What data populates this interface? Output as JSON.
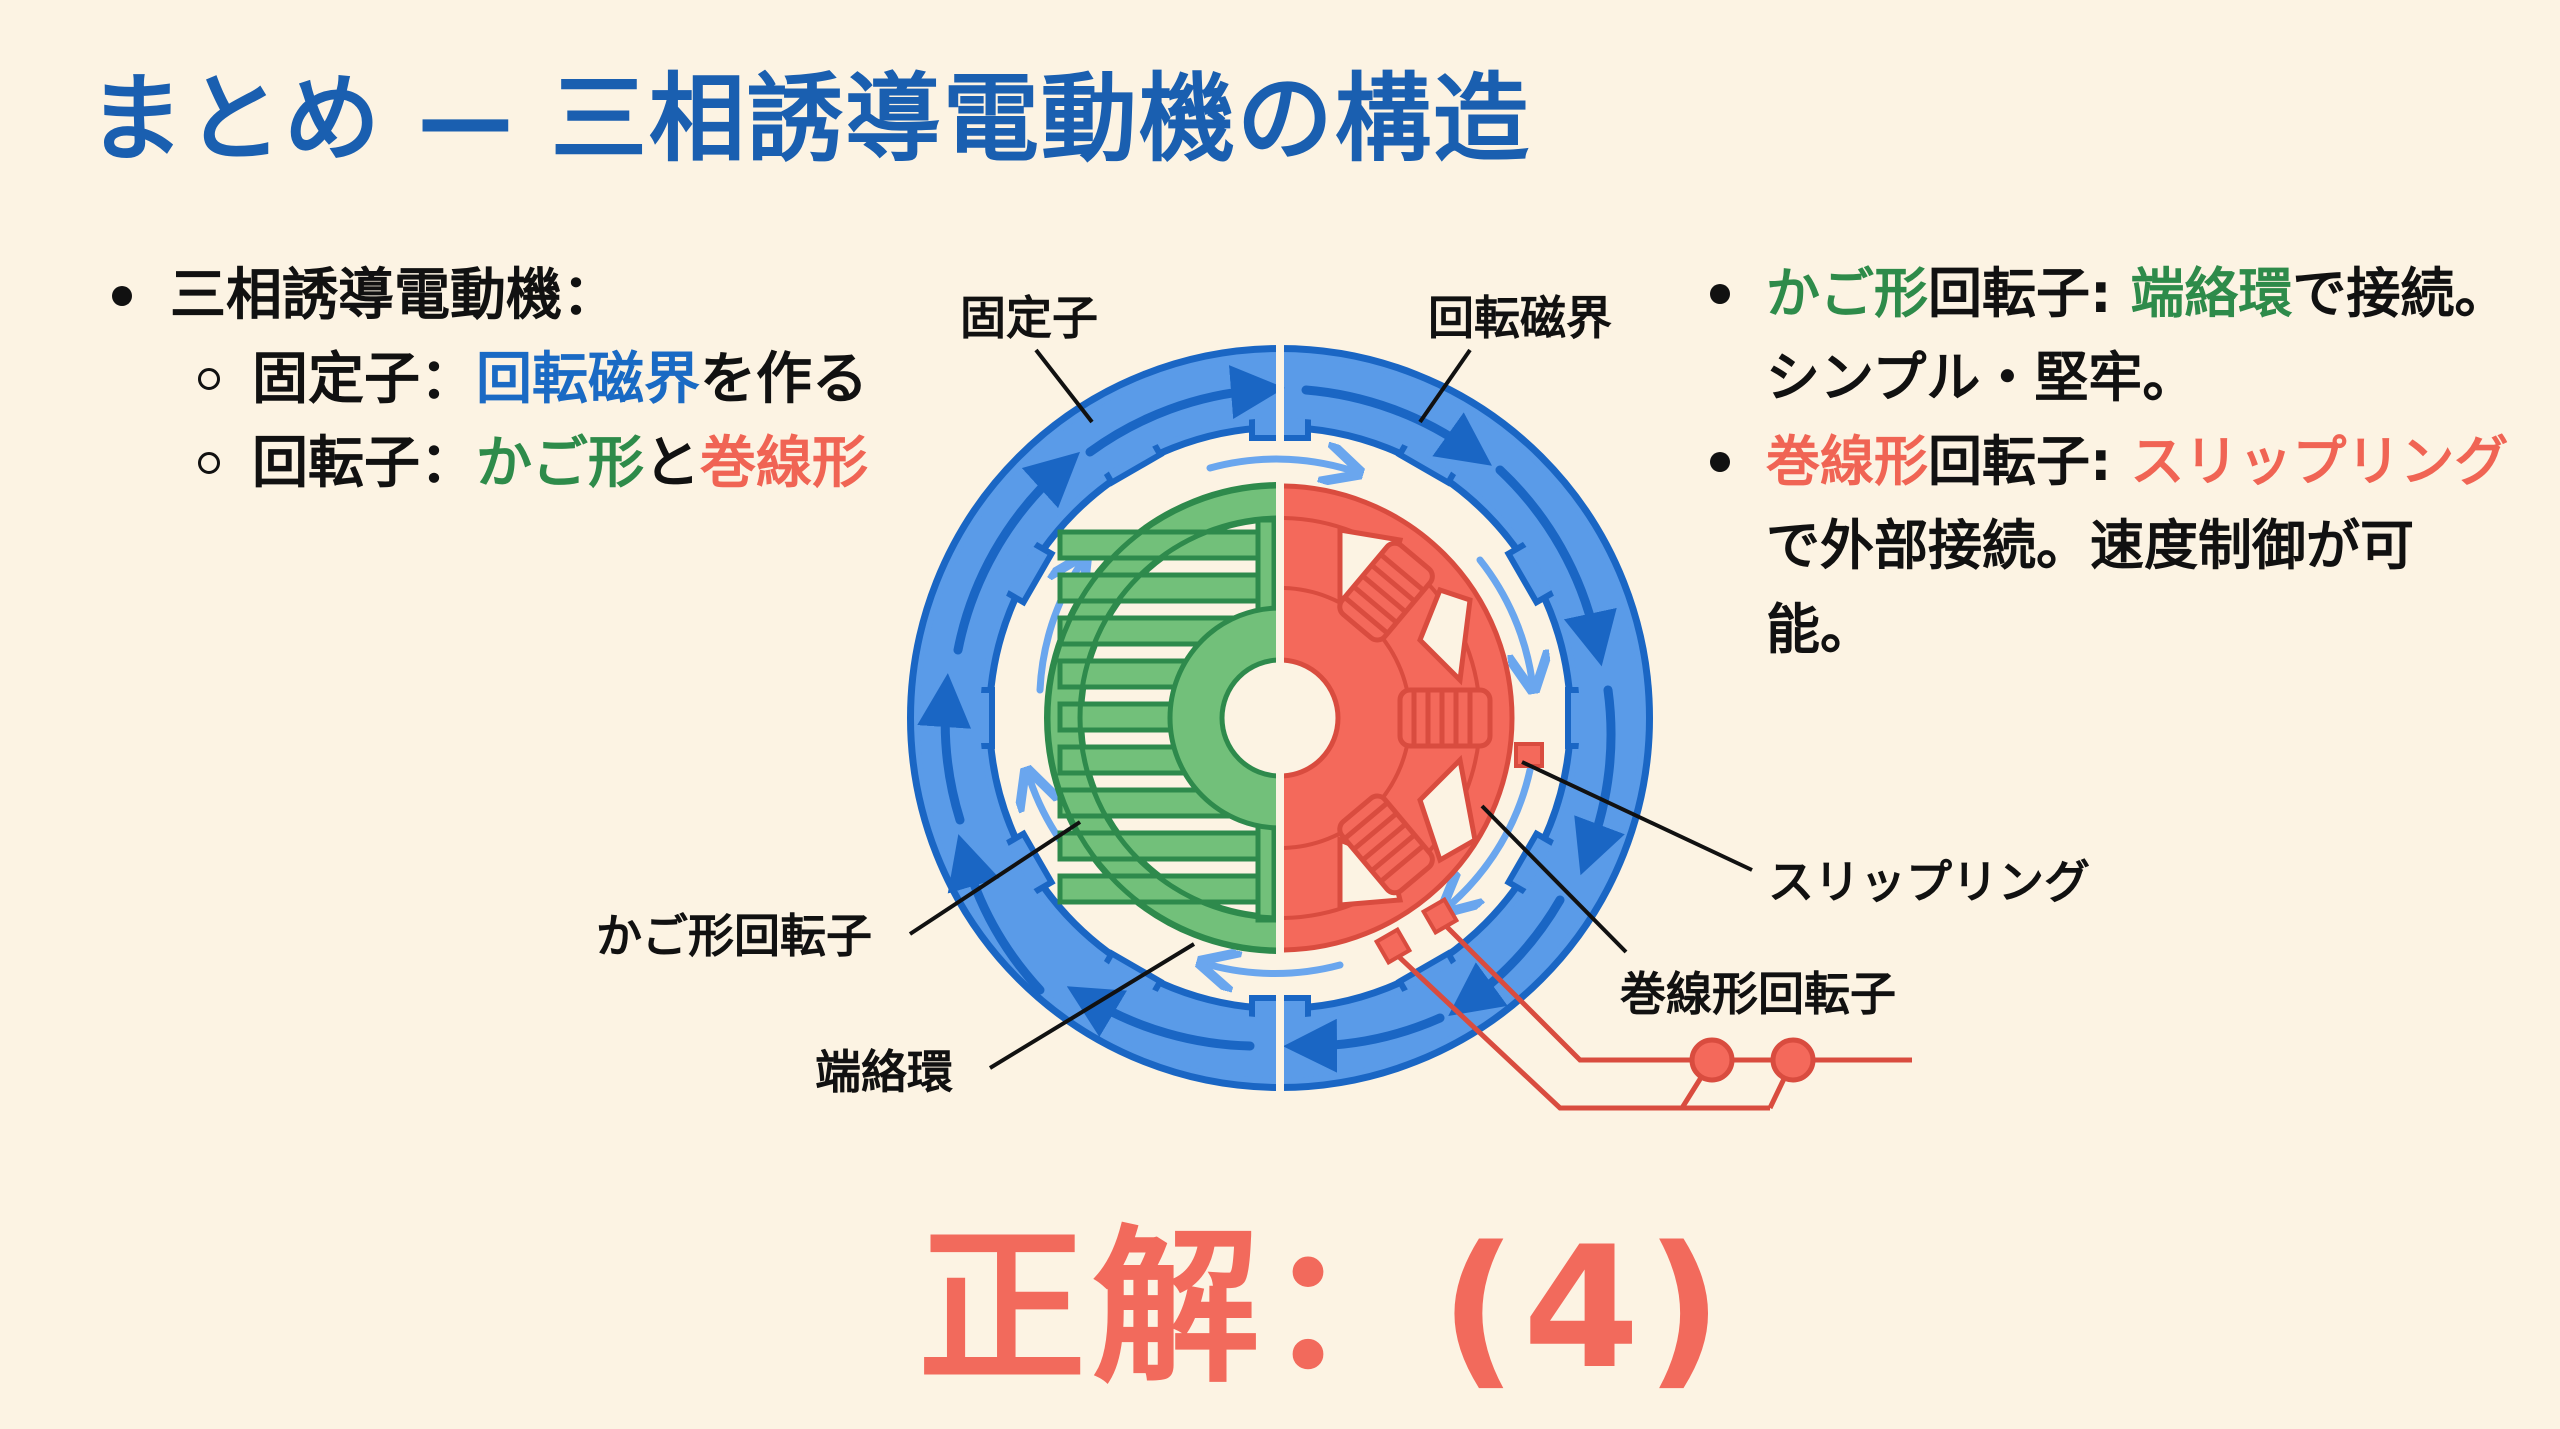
{
  "title": "まとめ — 三相誘導電動機の構造",
  "left_list": {
    "item": "三相誘導電動機：",
    "sub": [
      {
        "term": "固定子：",
        "highlight": "回転磁界",
        "highlight_color": "blue",
        "rest": "を作る"
      },
      {
        "term": "回転子：",
        "part1": "かご形",
        "mid": "と",
        "part2": "巻線形"
      }
    ]
  },
  "right_list": {
    "items": [
      {
        "lead": "かご形",
        "label": "回転子: ",
        "key": "端絡環",
        "rest": "で接続。",
        "line2": "シンプル・堅牢。"
      },
      {
        "lead": "巻線形",
        "label": "回転子: ",
        "key": "スリップリング",
        "rest": "",
        "line2": "で外部接続。速度制御が可",
        "line3": "能。"
      }
    ]
  },
  "diagram": {
    "labels": {
      "stator": "固定子",
      "rotating_field": "回転磁界",
      "squirrel_cage_rotor": "かご形回転子",
      "end_ring": "端絡環",
      "slip_ring": "スリップリング",
      "wound_rotor": "巻線形回転子"
    },
    "colors": {
      "stator_fill": "#5a9be8",
      "stator_stroke": "#1a66c4",
      "cage_fill": "#72c07a",
      "cage_stroke": "#2e8a4c",
      "wound_fill": "#f4695b",
      "wound_stroke": "#d94c3f",
      "flux_arrow": "#6aa6ee"
    }
  },
  "answer": "正解：(4)"
}
